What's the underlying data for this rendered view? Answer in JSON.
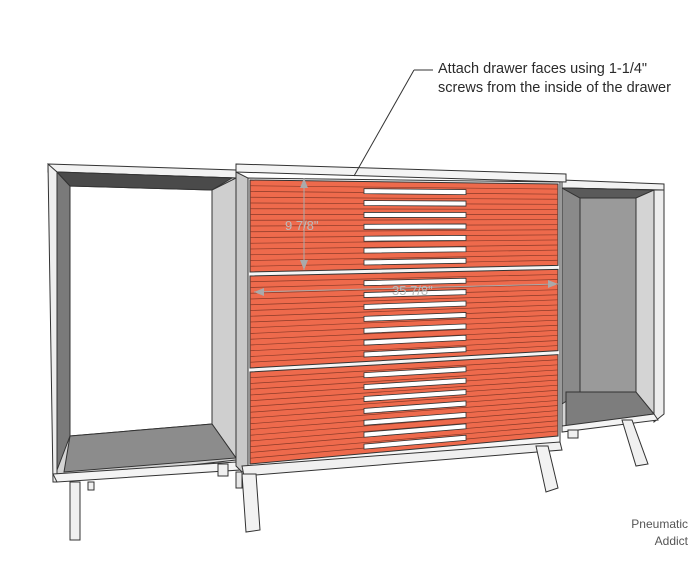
{
  "annotation": {
    "line1": "Attach drawer faces using 1-1/4\"",
    "line2": "screws from the inside of the drawer"
  },
  "dimensions": {
    "drawer_height": "9 7/8\"",
    "drawer_width": "35 7/8\""
  },
  "watermark": {
    "line1": "Pneumatic",
    "line2": "Addict"
  },
  "colors": {
    "drawer_face": "#ee6a4c",
    "slat_line": "#8a3a28",
    "cabinet_side": "#c8c8c8",
    "cabinet_interior": "#7a7a7a",
    "dimension_line": "#aaaaaa"
  },
  "drawers": [
    {
      "slat_count": 7
    },
    {
      "slat_count": 7
    },
    {
      "slat_count": 7
    }
  ]
}
